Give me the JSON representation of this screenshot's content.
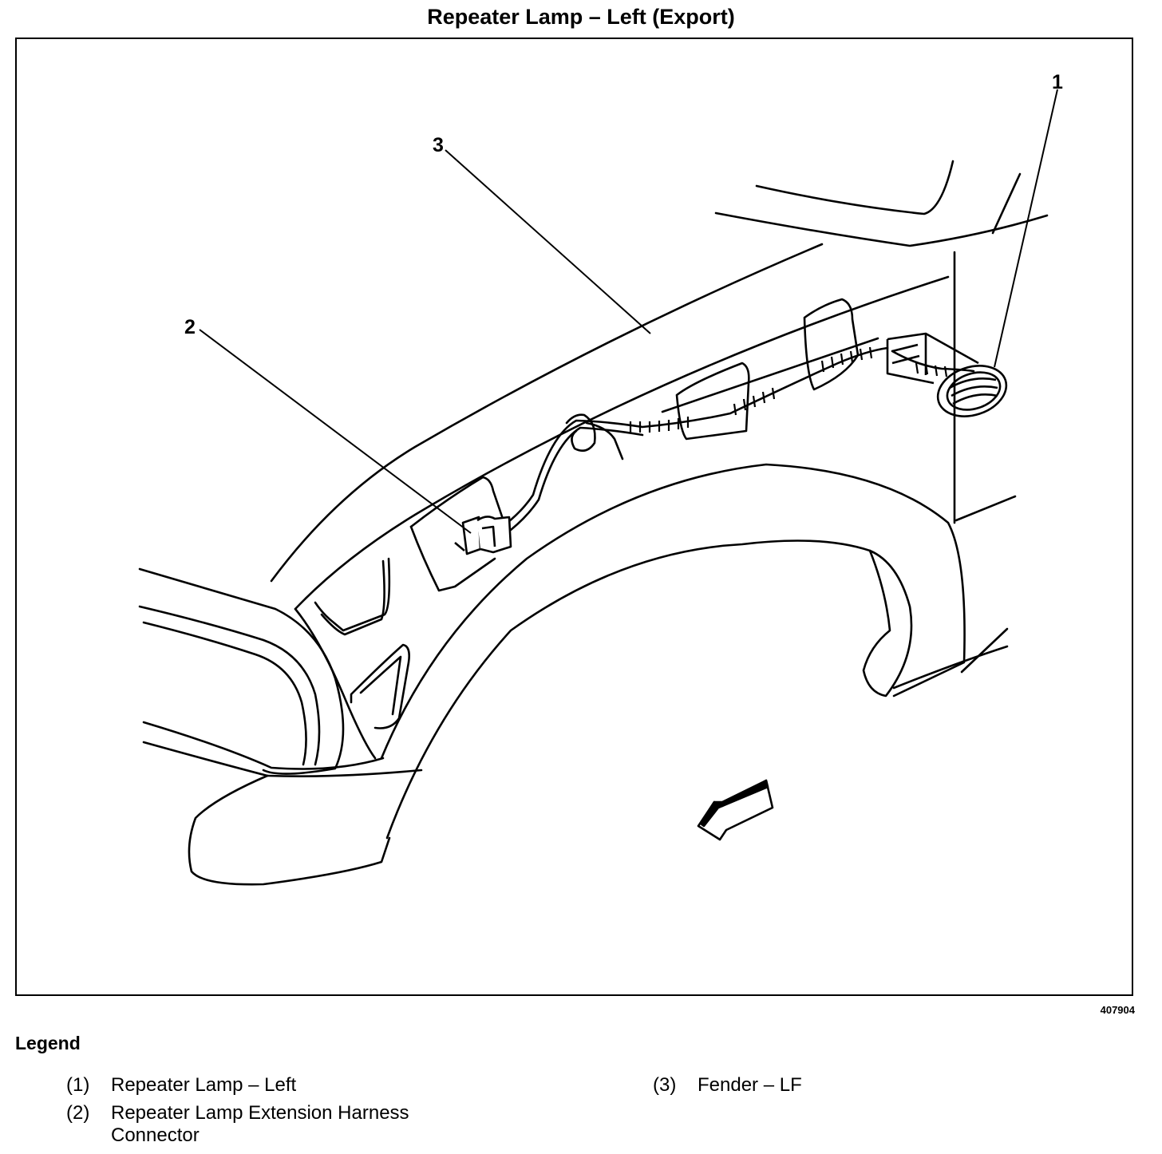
{
  "title": "Repeater Lamp – Left (Export)",
  "figure_id": "407904",
  "callouts": [
    "1",
    "2",
    "3"
  ],
  "legend": {
    "heading": "Legend",
    "items": [
      {
        "num": "(1)",
        "text": "Repeater Lamp – Left"
      },
      {
        "num": "(2)",
        "text": "Repeater Lamp Extension Harness Connector"
      },
      {
        "num": "(3)",
        "text": "Fender – LF"
      }
    ]
  }
}
